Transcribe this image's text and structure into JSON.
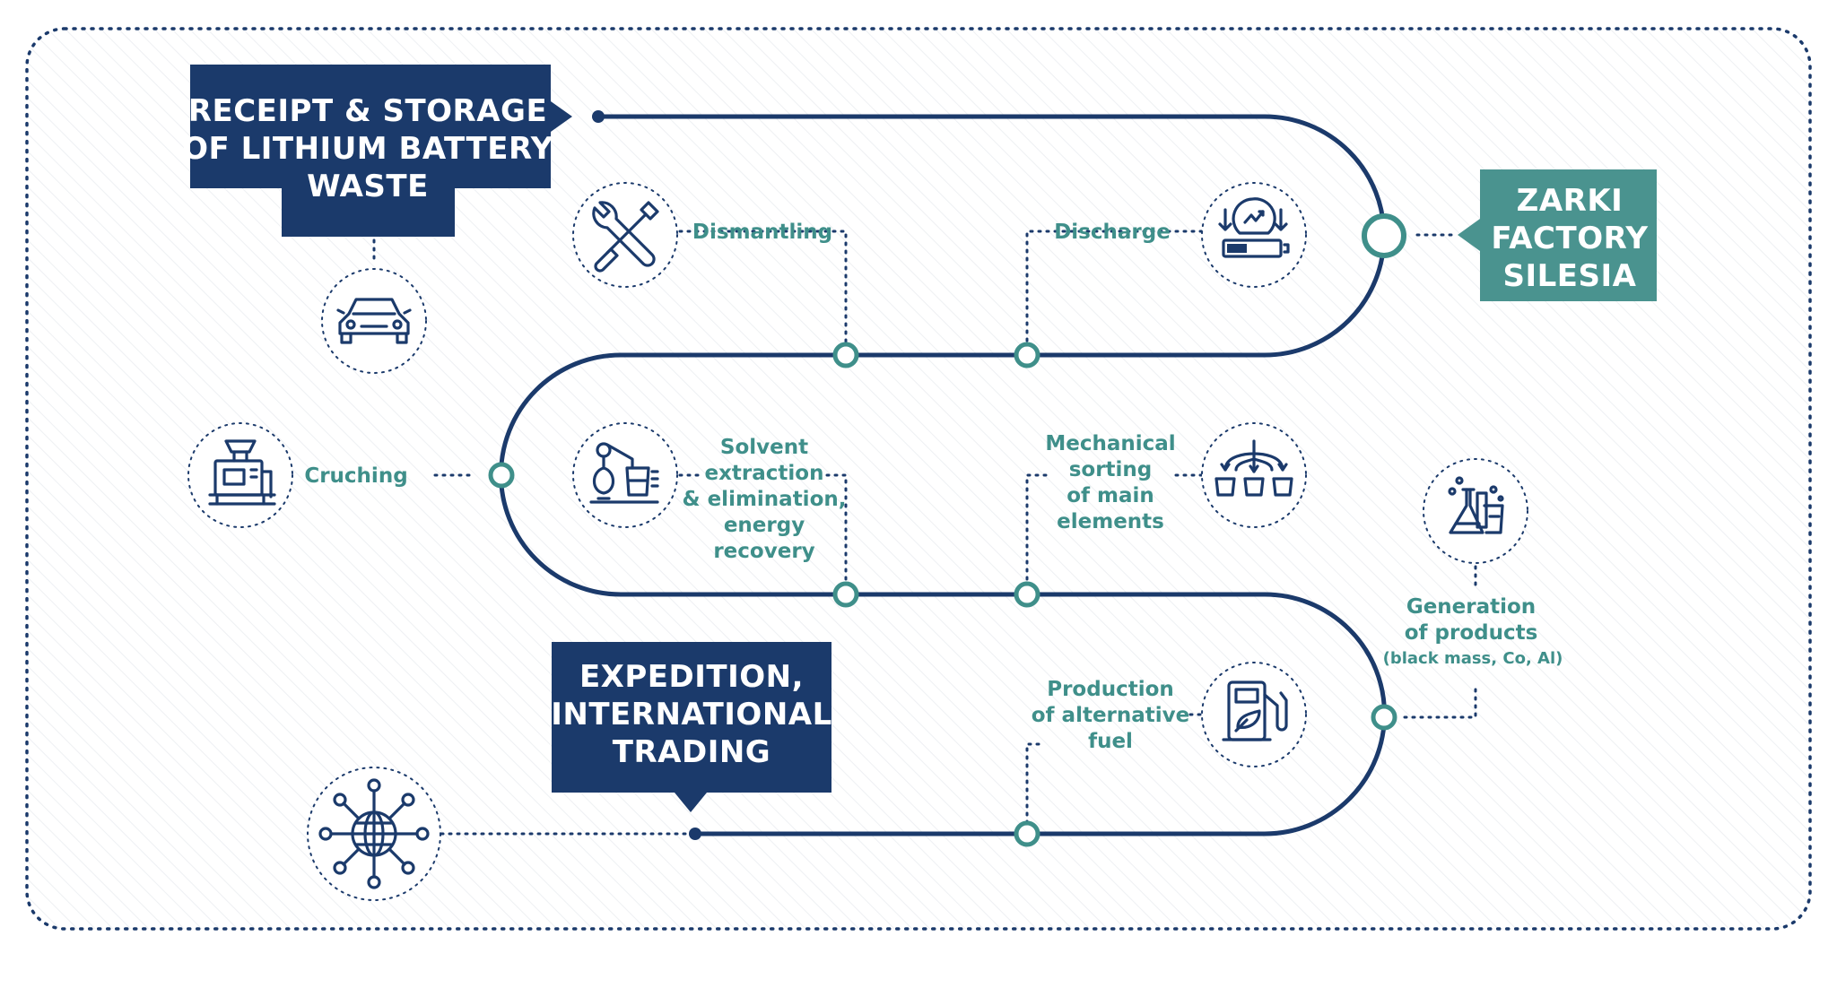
{
  "headers": {
    "receipt": [
      "RECEIPT & STORAGE",
      "OF LITHIUM BATTERY",
      "WASTE"
    ],
    "factory": [
      "ZARKI",
      "FACTORY",
      "SILESIA"
    ],
    "expedition": [
      "EXPEDITION,",
      "INTERNATIONAL",
      "TRADING"
    ]
  },
  "steps": {
    "dismantling": [
      "Dismantling"
    ],
    "discharge": [
      "Discharge"
    ],
    "cruching": [
      "Cruching"
    ],
    "solvent": [
      "Solvent",
      "extraction",
      "& elimination,",
      "energy",
      "recovery"
    ],
    "mechanical": [
      "Mechanical",
      "sorting",
      "of main",
      "elements"
    ],
    "generation": [
      "Generation",
      "of products"
    ],
    "generation_note": "(black mass, Co, Al)",
    "fuel": [
      "Production",
      "of alternative",
      "fuel"
    ]
  },
  "icons": {
    "car": "car-icon",
    "tools": "wrench-screwdriver-icon",
    "discharge": "battery-discharge-icon",
    "crusher": "crusher-machine-icon",
    "distill": "distillation-icon",
    "sorting": "sorting-icon",
    "lab": "lab-flask-icon",
    "fuel": "fuel-pump-icon",
    "globe": "global-network-icon"
  },
  "colors": {
    "navy": "#1b3a6b",
    "teal": "#3f8f8a",
    "teal_box": "#4a938f"
  }
}
